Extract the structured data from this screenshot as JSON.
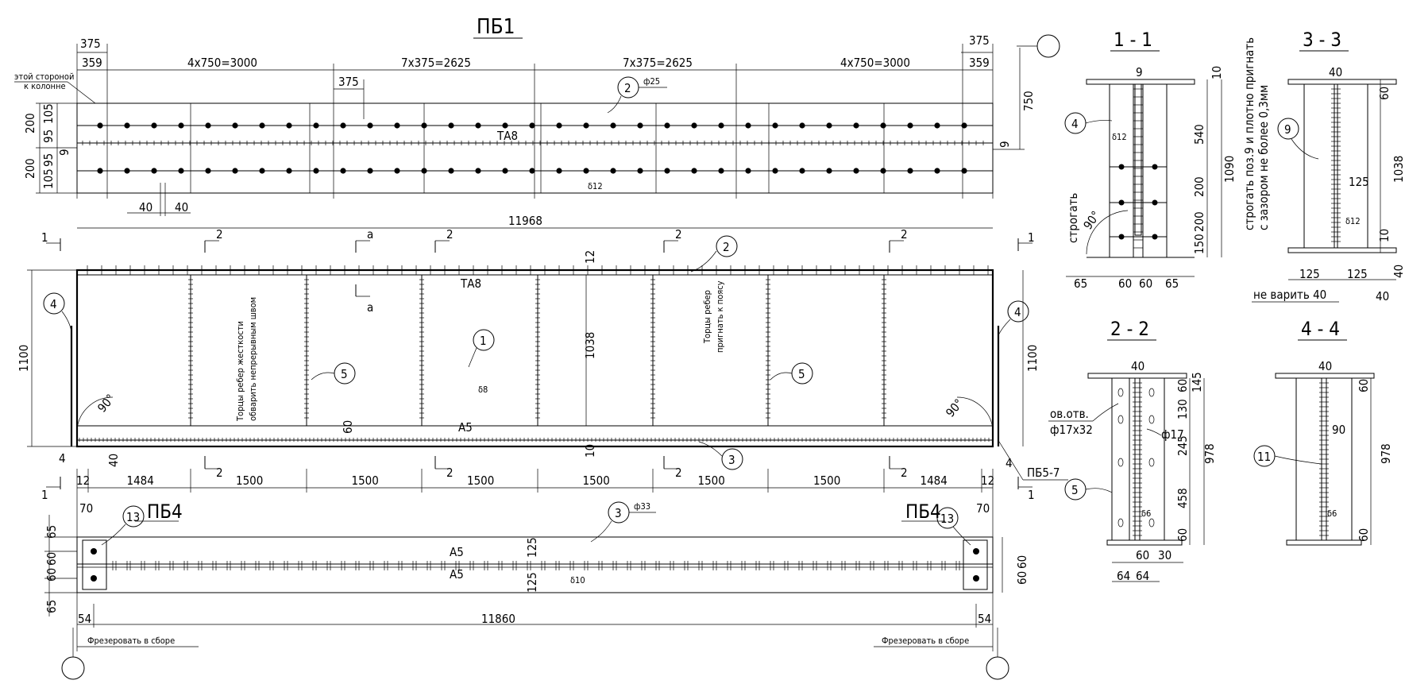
{
  "titles": {
    "main": "ПБ1",
    "s11": "1 - 1",
    "s33": "3 - 3",
    "s22": "2 - 2",
    "s44": "4 - 4"
  },
  "top_view": {
    "d375_left": "375",
    "d359_left": "359",
    "d1": "4x750=3000",
    "d2": "7x375=2625",
    "d3": "7x375=2625",
    "d4": "4x750=3000",
    "d375_right": "375",
    "d359_right": "359",
    "d375_mid": "375",
    "note_line1": "этой стороной",
    "note_line2": "к колонне",
    "dim_200a": "200",
    "dim_200b": "200",
    "dim_105a": "105",
    "dim_95a": "95",
    "dim_9a": "9",
    "dim_95b": "95",
    "dim_105b": "105",
    "dim_40a": "40",
    "dim_40b": "40",
    "ta8": "ТА8",
    "d12": "δ12",
    "dia25": "ф25",
    "callout2": "2",
    "d750": "750",
    "d9r": "9",
    "total": "11968"
  },
  "elev_view": {
    "cut1": "1",
    "cut2": "2",
    "cuta": "a",
    "ta8": "ТА8",
    "a5": "А5",
    "d12": "12",
    "d1038": "1038",
    "d1100l": "1100",
    "d1100r": "1100",
    "d60": "60",
    "d10": "10",
    "d40": "40",
    "d4": "4",
    "deg90": "90°",
    "d8": "δ8",
    "note1_l1": "Торцы ребер жесткости",
    "note1_l2": "обварить непрерывным швом",
    "note2_l1": "Торцы ребер",
    "note2_l2": "пригнать к поясу",
    "c1": "1",
    "c2": "2",
    "c3": "3",
    "c4": "4",
    "c5": "5",
    "pb57": "ПБ5-7",
    "bottom_dims": [
      "12",
      "1484",
      "1500",
      "1500",
      "1500",
      "1500",
      "1500",
      "1500",
      "1484",
      "12"
    ]
  },
  "bottom_view": {
    "pb4": "ПБ4",
    "c13": "13",
    "c3": "3",
    "dia33": "ф33",
    "a5": "А5",
    "d125": "125",
    "d10": "δ10",
    "d70": "70",
    "d65": "65",
    "d60": "60",
    "d54": "54",
    "total": "11860",
    "mill": "Фрезеровать в сборе"
  },
  "sec11": {
    "d9": "9",
    "d10": "10",
    "d540": "540",
    "d1090": "1090",
    "d200": "200",
    "d150": "150",
    "d65": "65",
    "d60": "60",
    "c4": "4",
    "d12": "δ12",
    "strog": "строгать",
    "deg90": "90°"
  },
  "sec33": {
    "d40": "40",
    "d60": "60",
    "d1038": "1038",
    "d125": "125",
    "d10": "10",
    "c9": "9",
    "d12": "δ12",
    "note_l1": "строгать поз.9 и плотно пригнать",
    "note_l2": "с зазором не более 0,3мм",
    "nevar": "не варить 40"
  },
  "sec22": {
    "d40": "40",
    "d60": "60",
    "d145": "145",
    "d130": "130",
    "d245": "245",
    "d458": "458",
    "d978": "978",
    "d30": "30",
    "d64": "64",
    "c5": "5",
    "holes_l1": "ов.отв.",
    "holes_l2": "ф17х32",
    "dia17": "ф17",
    "d6": "δ6"
  },
  "sec44": {
    "d40": "40",
    "d60": "60",
    "d90": "90",
    "d978": "978",
    "c11": "11",
    "d6": "δ6"
  }
}
